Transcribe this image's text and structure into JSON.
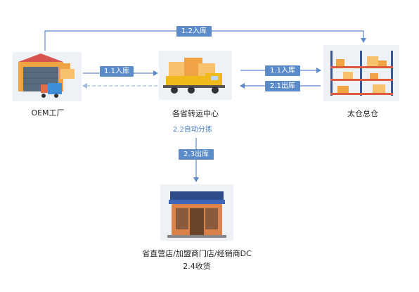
{
  "nodes": {
    "oem": {
      "label": "OEM工厂",
      "icon": "factory-icon"
    },
    "hub": {
      "label": "各省转运中心",
      "sublabel": "2.2自动分拣",
      "icon": "forklift-truck-icon"
    },
    "warehouse": {
      "label": "太仓总仓",
      "icon": "warehouse-shelves-icon"
    },
    "store": {
      "label": "省直营店/加盟商门店/经销商DC",
      "sublabel": "2.4收货",
      "icon": "store-icon"
    }
  },
  "edges": {
    "oem_to_warehouse": "1.2入库",
    "oem_to_hub": "1.1入库",
    "hub_to_warehouse": "1.1入库",
    "warehouse_to_hub": "2.1出库",
    "hub_to_store": "2.3出库"
  },
  "colors": {
    "arrow": "#5b8bc9",
    "label_bg": "#5b8bc9",
    "dashed": "#9fbbe0"
  }
}
